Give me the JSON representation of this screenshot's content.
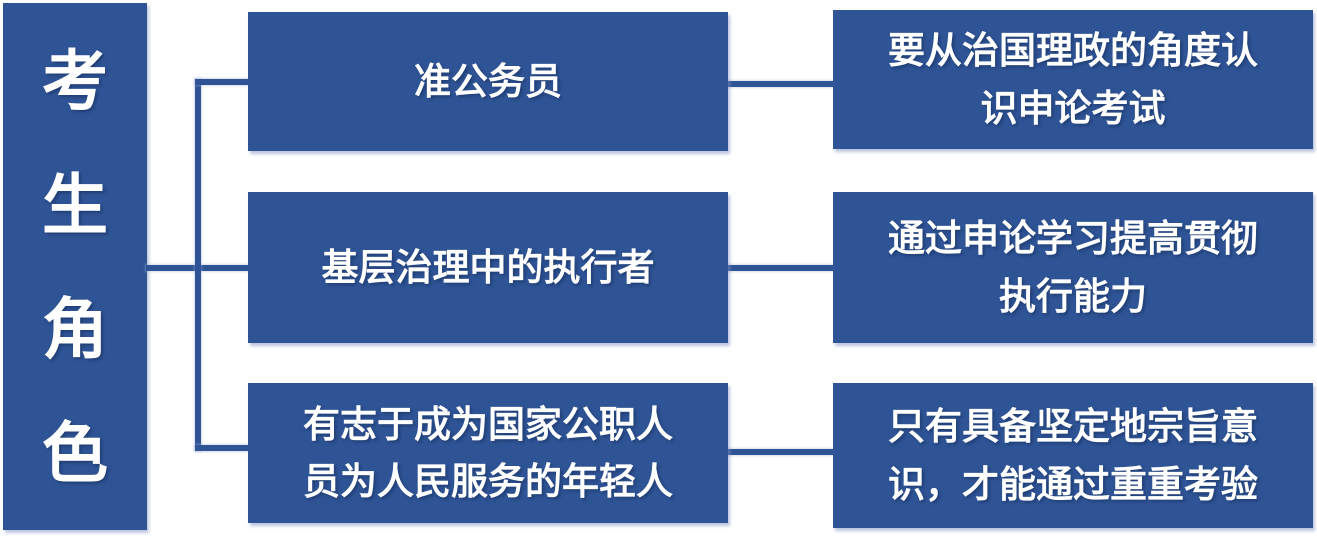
{
  "palette": {
    "box_blue": "#2F5496",
    "line_blue": "#2F5496",
    "text_white": "#FFFFFF",
    "background": "#FFFFFF"
  },
  "diagram": {
    "root_label": "考\n生\n角\n色",
    "rows": [
      {
        "role": "准公务员",
        "description": "要从治国理政的角度认\n识申论考试"
      },
      {
        "role": "基层治理中的执行者",
        "description": "通过申论学习提高贯彻\n执行能力"
      },
      {
        "role": "有志于成为国家公职人\n员为人民服务的年轻人",
        "description": "只有具备坚定地宗旨意\n识，才能通过重重考验"
      }
    ]
  }
}
